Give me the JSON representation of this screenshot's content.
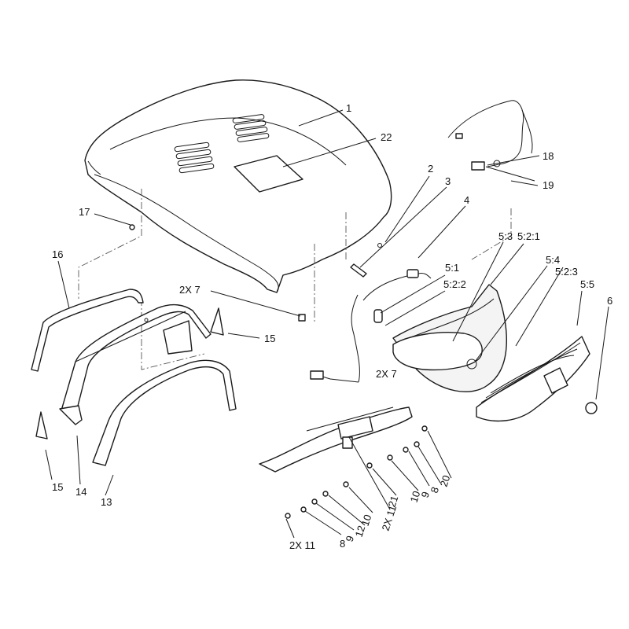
{
  "callouts": {
    "c1": "1",
    "c22": "22",
    "c2": "2",
    "c3": "3",
    "c4": "4",
    "c17": "17",
    "c16": "16",
    "c18": "18",
    "c19": "19",
    "c2x7a": "2X 7",
    "c2x7b": "2X 7",
    "c15a": "15",
    "c15b": "15",
    "c14": "14",
    "c13": "13",
    "c5_3": "5:3",
    "c5_2_1": "5:2:1",
    "c5_1": "5:1",
    "c5_2_2": "5:2:2",
    "c5_4": "5:4",
    "c5_2_3": "5:2:3",
    "c5_5": "5:5",
    "c6": "6",
    "c20": "20",
    "c8a": "8",
    "c9a": "9",
    "c10a": "10",
    "c21": "21",
    "c2x11a": "2X 11",
    "c10b": "10",
    "c12": "12",
    "c9b": "9",
    "c8b": "8",
    "c2x11b": "2X 11"
  }
}
